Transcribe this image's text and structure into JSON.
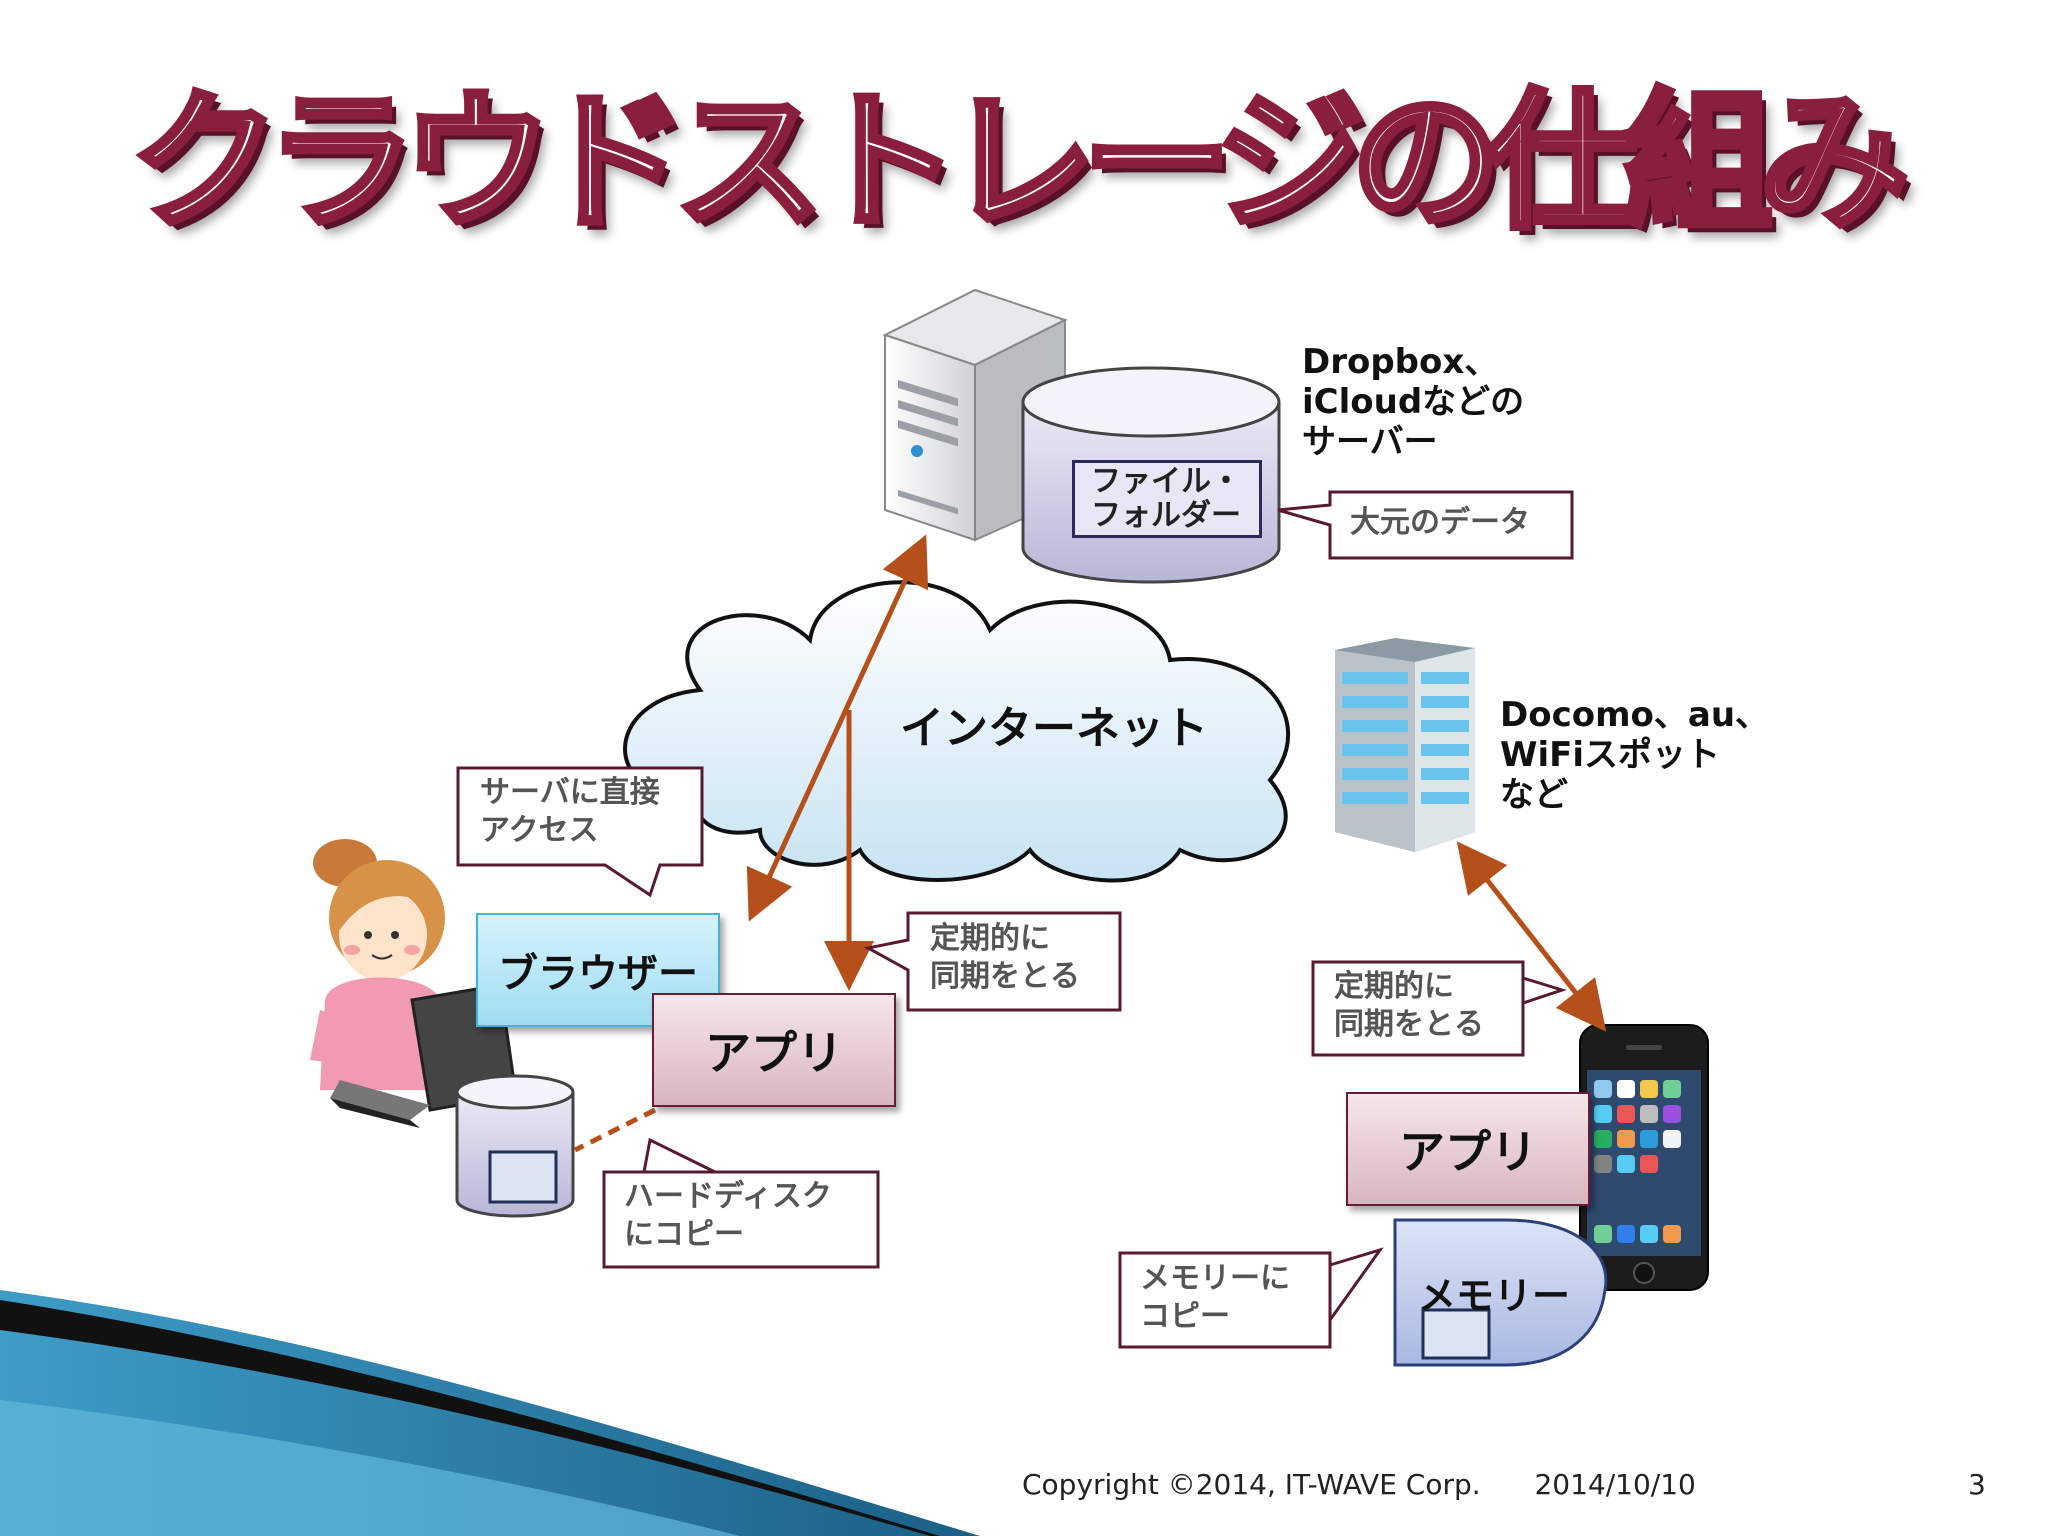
{
  "title": "クラウドストレージの仕組み",
  "server": {
    "label_lines": [
      "Dropbox、",
      "iCloudなどの",
      "サーバー"
    ],
    "file_box_lines": [
      "ファイル・",
      "フォルダー"
    ],
    "callout": "大元のデータ"
  },
  "internet": {
    "label": "インターネット"
  },
  "carrier": {
    "label_lines": [
      "Docomo、au、",
      "WiFiスポット",
      "など"
    ]
  },
  "pc": {
    "callout_access_lines": [
      "サーバに直接",
      "アクセス"
    ],
    "browser_label": "ブラウザー",
    "app_label": "アプリ",
    "callout_sync_lines": [
      "定期的に",
      "同期をとる"
    ],
    "callout_hdd_lines": [
      "ハードディスク",
      "にコピー"
    ]
  },
  "phone": {
    "callout_sync_lines": [
      "定期的に",
      "同期をとる"
    ],
    "app_label": "アプリ",
    "memory_label": "メモリー",
    "callout_memory_lines": [
      "メモリーに",
      "コピー"
    ]
  },
  "footer": {
    "copyright": "Copyright ©2014, IT-WAVE Corp.",
    "date": "2014/10/10",
    "page": "3"
  },
  "colors": {
    "title_outline": "#8a1f3d",
    "arrow": "#b5501a",
    "callout_border": "#5a1a2e",
    "cloud_fill": "#dceef8",
    "building_glass": "#6cc3ee"
  }
}
